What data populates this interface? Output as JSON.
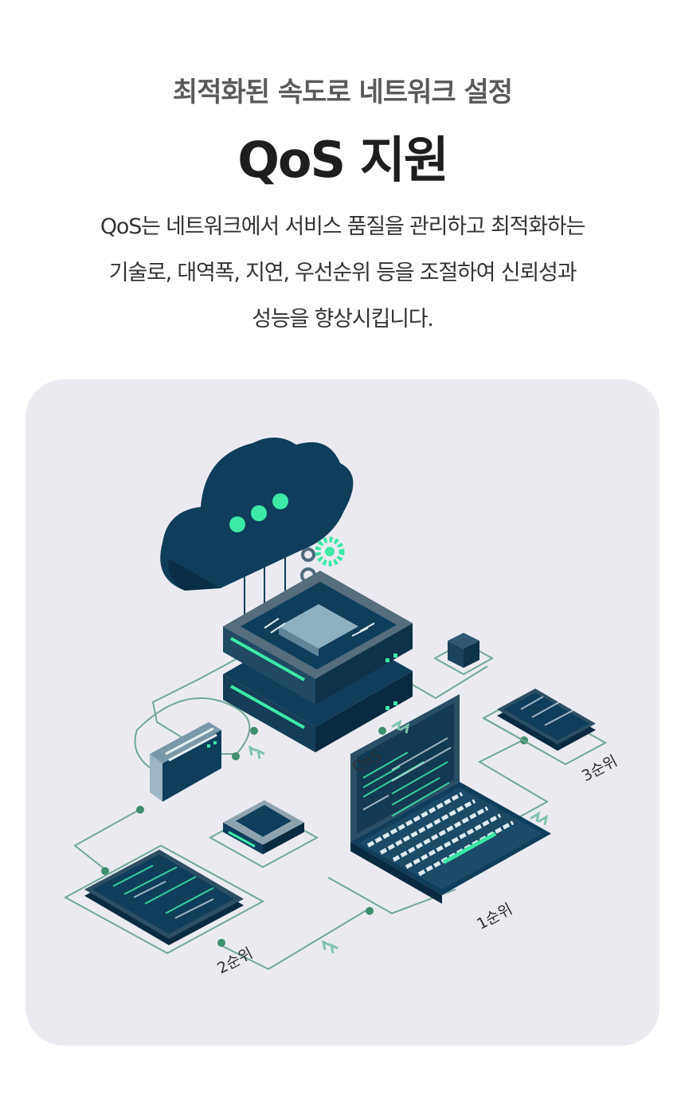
{
  "header": {
    "subtitle": "최적화된 속도로 네트워크 설정",
    "title": "QoS 지원",
    "description_lines": [
      "QoS는 네트워크에서 서비스 품질을 관리하고 최적화하는",
      "기술로, 대역폭, 지연, 우선순위 등을 조절하여 신뢰성과",
      "성능을 향상시킵니다."
    ]
  },
  "illustration": {
    "qos_label": "QoS",
    "priority_labels": [
      "1순위",
      "2순위",
      "3순위"
    ],
    "colors": {
      "panel_bg": "#ebeaf1",
      "navy": "#0e3e5a",
      "accent_green": "#3ee8a6",
      "line_green": "#6fa896"
    }
  }
}
